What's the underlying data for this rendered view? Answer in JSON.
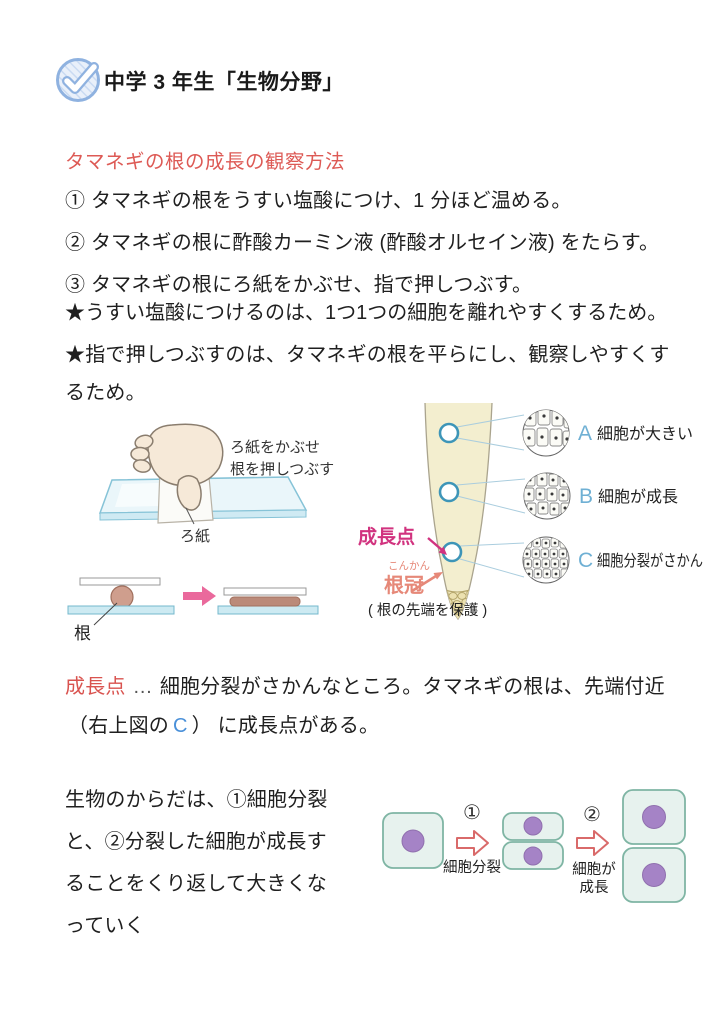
{
  "header": {
    "title": "中学 3 年生「生物分野」"
  },
  "observation": {
    "heading": "タマネギの根の成長の観察方法",
    "steps": [
      "① タマネギの根をうすい塩酸につけ、1 分ほど温める。",
      "② タマネギの根に酢酸カーミン液 (酢酸オルセイン液) をたらす。",
      "③ タマネギの根にろ紙をかぶせ、指で押しつぶす。"
    ],
    "notes": [
      "★うすい塩酸につけるのは、1つ1つの細胞を離れやすくするため。",
      "★指で押しつぶすのは、タマネギの根を平らにし、観察しやすくす",
      "るため。"
    ]
  },
  "press_diagram": {
    "caption_line1": "ろ紙をかぶせ",
    "caption_line2": "根を押しつぶす",
    "filter_paper_label": "ろ紙",
    "root_label": "根"
  },
  "root_tip_diagram": {
    "growth_point_label": "成長点",
    "root_cap_ruby": "こんかん",
    "root_cap_label": "根冠",
    "root_cap_note": "( 根の先端を保護 )",
    "zones": [
      {
        "letter": "A",
        "label": "細胞が大きい"
      },
      {
        "letter": "B",
        "label": "細胞が成長"
      },
      {
        "letter": "C",
        "label": "細胞分裂がさかん"
      }
    ]
  },
  "growth_point": {
    "term": "成長点",
    "separator": "…",
    "line1_rest": "細胞分裂がさかんなところ。タマネギの根は、先端付近",
    "line2_prefix": "（右上図の",
    "line2_letter": "C",
    "line2_suffix": "） に成長点がある。"
  },
  "body": {
    "lines": [
      "生物のからだは、①細胞分裂",
      "と、②分裂した細胞が成長す",
      "ることをくり返して大きくな",
      "っていく"
    ]
  },
  "division_diagram": {
    "step1_number": "①",
    "step1_label": "細胞分裂",
    "step2_number": "②",
    "step2_label_line1": "細胞が",
    "step2_label_line2": "成長"
  },
  "colors": {
    "heading_red": "#dd5a55",
    "term_red": "#d9534f",
    "reference_blue": "#4a90d9",
    "zone_letter_blue": "#6fb0d4",
    "growth_point_pink": "#d1337f",
    "root_cap_salmon": "#e68878",
    "slide_blue": "#cdeaf2",
    "root_brown": "#cf9e8d",
    "cell_mint": "#e7f2ee",
    "nucleus_purple": "#a583c6",
    "arrow_pink": "#ea699c",
    "check_icon_blue": "#8fb2e0"
  }
}
